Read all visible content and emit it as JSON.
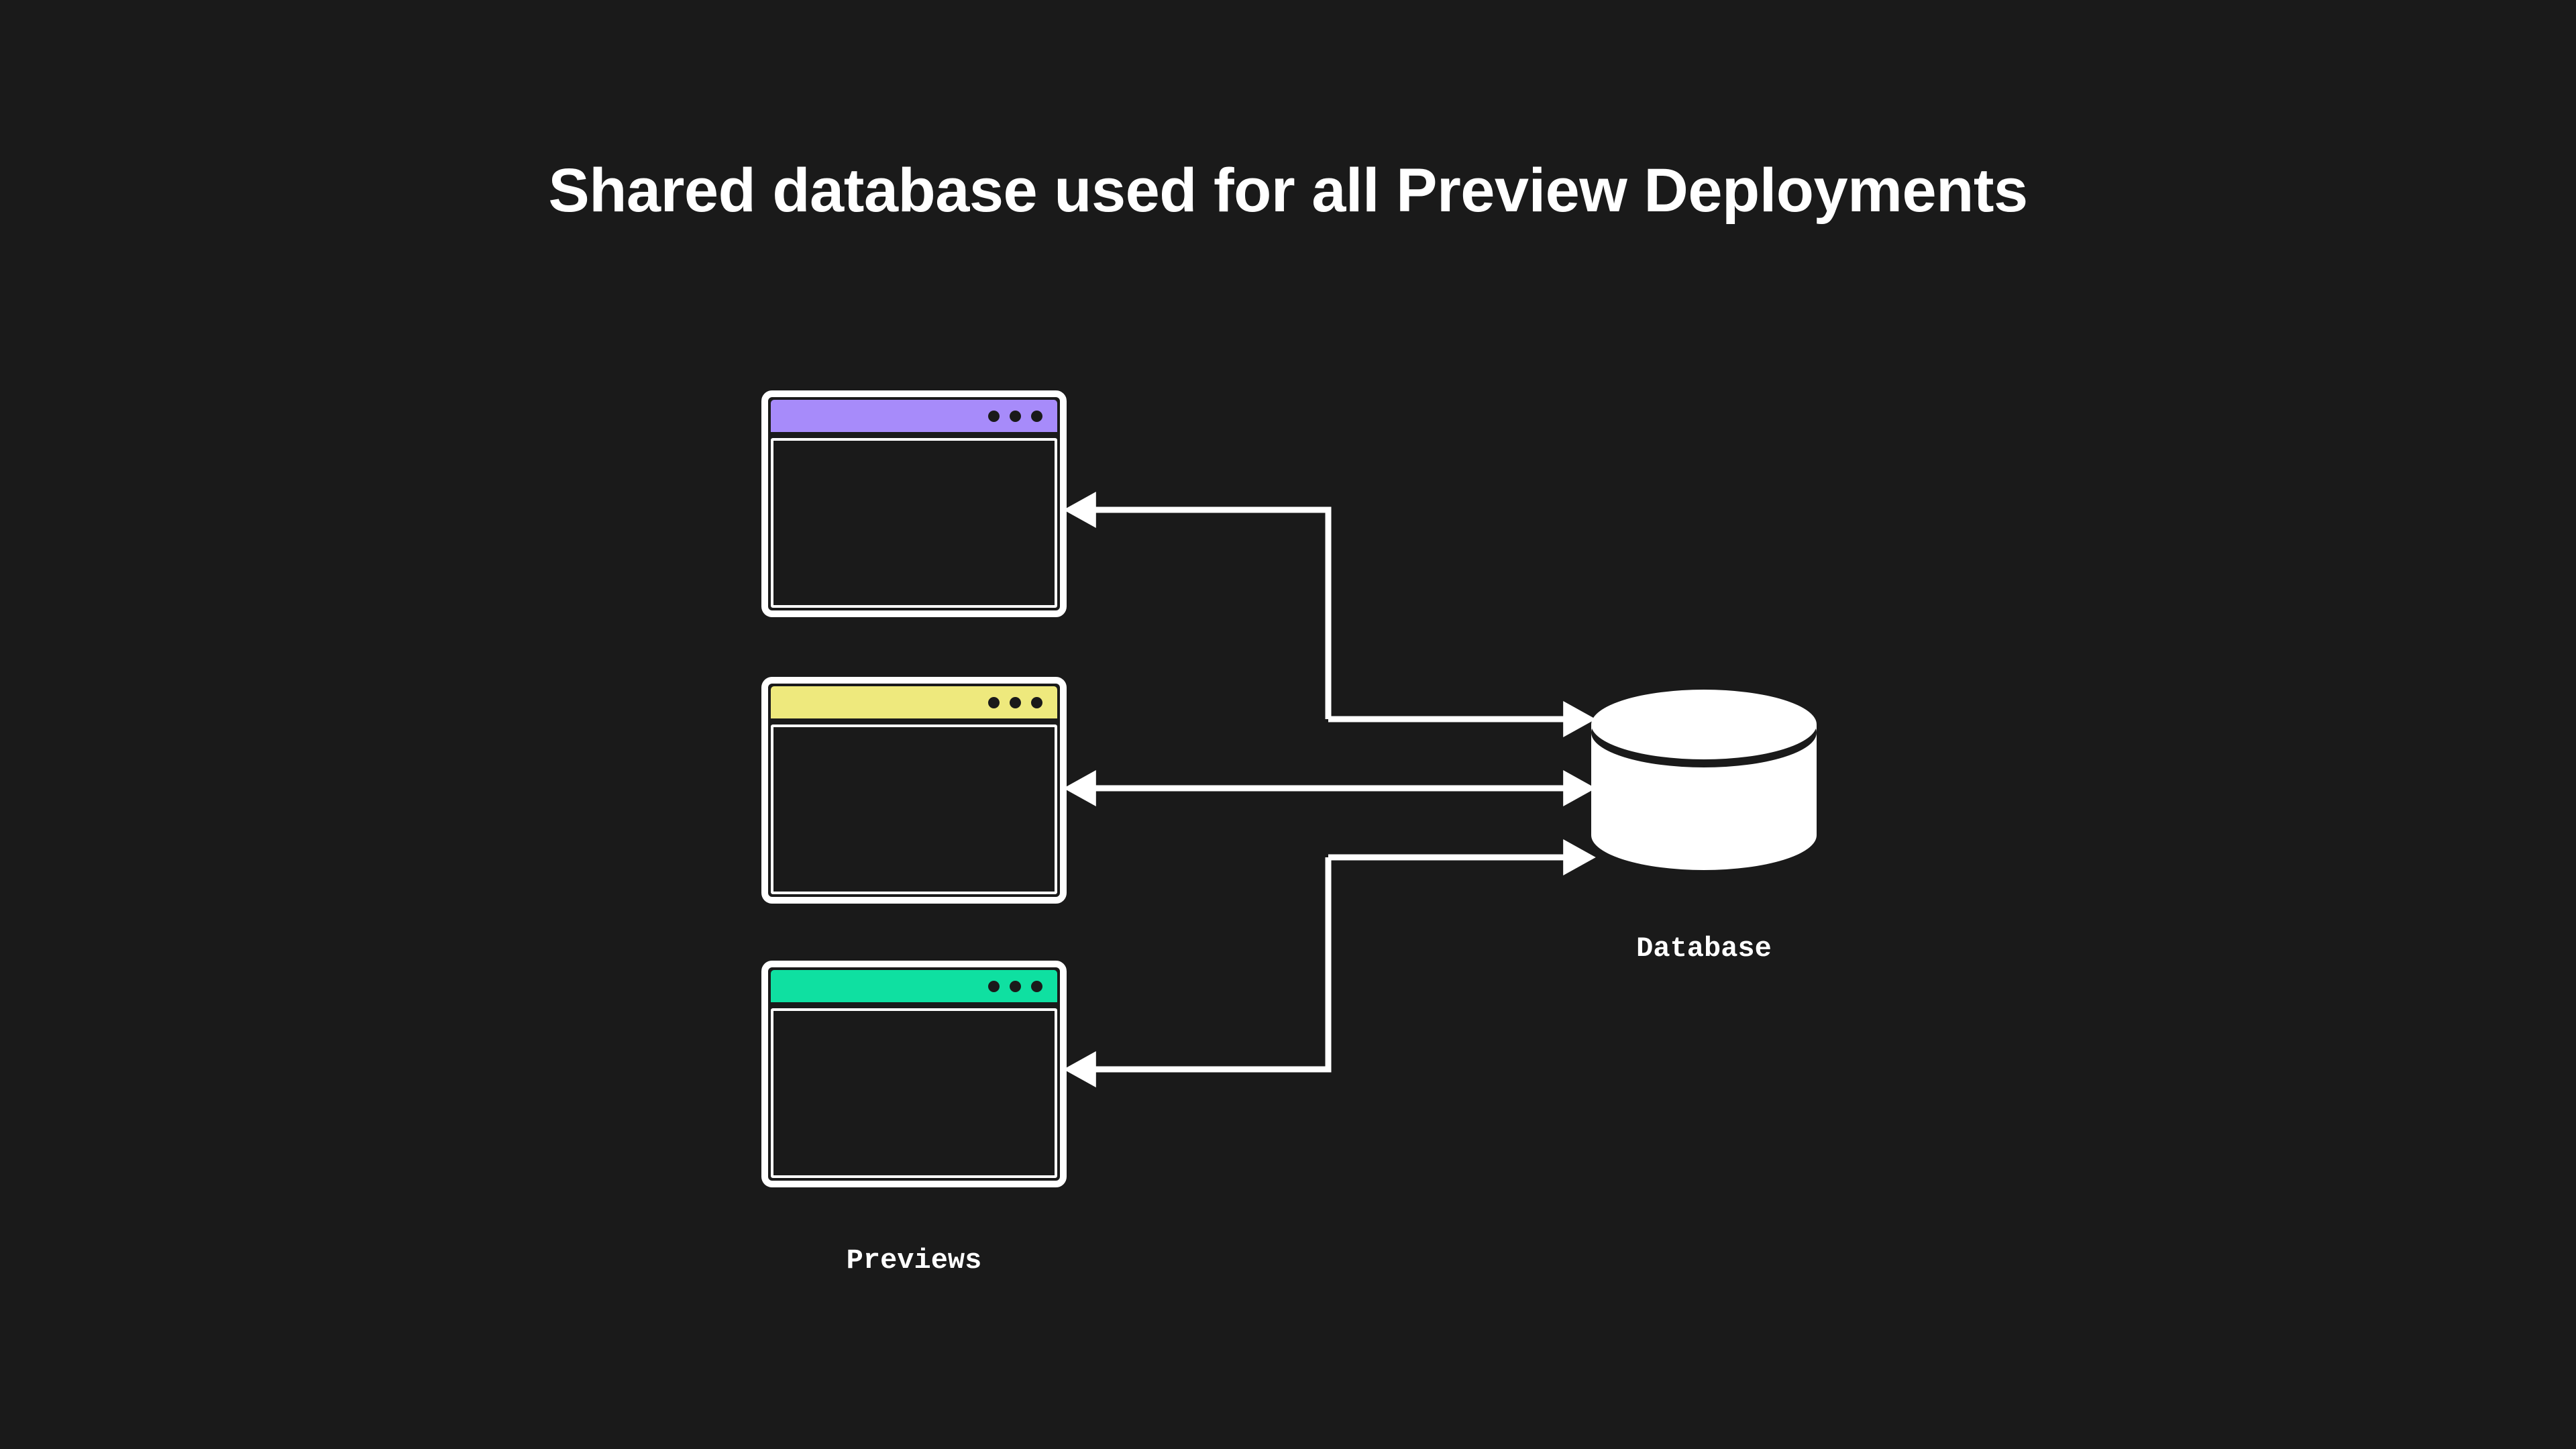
{
  "page": {
    "background_color": "#1a1a1a",
    "title": "Shared database used for all Preview Deployments",
    "title_color": "#ffffff"
  },
  "diagram": {
    "type": "architecture-flow",
    "description": "Three preview deployment browser windows all connect to one shared database",
    "nodes": [
      {
        "id": "preview-1",
        "kind": "browser-window",
        "accent_color": "#a78bfa",
        "accent_name": "purple",
        "window_controls": [
          "dot",
          "dot",
          "dot"
        ]
      },
      {
        "id": "preview-2",
        "kind": "browser-window",
        "accent_color": "#eee97d",
        "accent_name": "yellow",
        "window_controls": [
          "dot",
          "dot",
          "dot"
        ]
      },
      {
        "id": "preview-3",
        "kind": "browser-window",
        "accent_color": "#0fe0a1",
        "accent_name": "green",
        "window_controls": [
          "dot",
          "dot",
          "dot"
        ]
      },
      {
        "id": "database",
        "kind": "cylinder",
        "fill_color": "#ffffff",
        "label": "Database"
      }
    ],
    "group_label": "Previews",
    "database_label": "Database",
    "connector_color": "#ffffff",
    "edges": [
      {
        "id": "edge-db-to-preview-1",
        "from": "database",
        "to": "preview-1",
        "direction": "bidirectional-split",
        "arrowheads": [
          "to-database",
          "to-preview-1"
        ]
      },
      {
        "id": "edge-preview-2-database",
        "from": "preview-2",
        "to": "database",
        "direction": "bidirectional",
        "arrowheads": [
          "to-preview-2",
          "to-database"
        ]
      },
      {
        "id": "edge-db-to-preview-3",
        "from": "database",
        "to": "preview-3",
        "direction": "bidirectional-split",
        "arrowheads": [
          "to-database",
          "to-preview-3"
        ]
      }
    ]
  }
}
